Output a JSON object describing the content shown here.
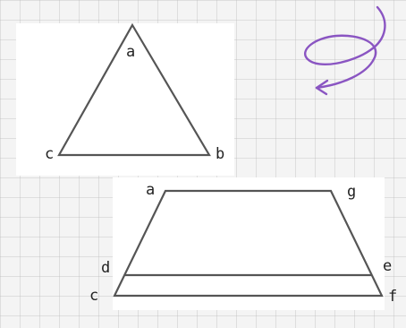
{
  "colors": {
    "stroke": "#555555",
    "label": "#222222",
    "panel": "#ffffff",
    "doodle": "#8a55c2"
  },
  "decoration": {
    "doodle_icon": "spiral-arrow-doodle"
  },
  "triangle": {
    "labels": {
      "a": "a",
      "b": "b",
      "c": "c"
    }
  },
  "trapezoid": {
    "labels": {
      "a": "a",
      "g": "g",
      "d": "d",
      "e": "e",
      "c": "c",
      "f": "f"
    }
  }
}
